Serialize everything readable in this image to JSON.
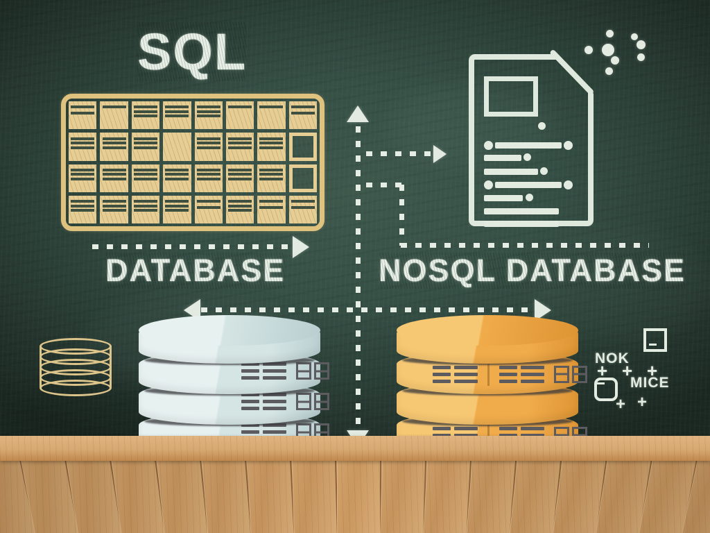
{
  "scene": {
    "medium": "chalkboard-illustration",
    "board_color": "#365046",
    "board_edge_color": "#1b2821",
    "floor_color": "#cfa069",
    "chalk_color": "#e8efe6",
    "tan_chalk_color": "#e0c27f"
  },
  "headings": {
    "title": "SQL",
    "left_label": "DATABASE",
    "right_label": "NOSQL DATABASE"
  },
  "graphics": {
    "sql_table": {
      "name": "sql-table-grid",
      "columns": 8,
      "rows": 4,
      "fill_color": "#e6cd93",
      "line_color": "#3c4f40",
      "border_color": "#e0c27f"
    },
    "document": {
      "name": "document-page",
      "stroke_color": "#dfe8dd",
      "has_folded_corner": true,
      "inner_rect": true,
      "text_lines": 6,
      "bullet_dots": 7
    },
    "bubbles": {
      "name": "chalk-bubbles",
      "count": 7,
      "color": "#e4ece2"
    },
    "mini_cylinder": {
      "name": "mini-database-cylinder",
      "stroke_color": "#ddc48a",
      "rings": 5
    }
  },
  "flow": {
    "arrows": [
      {
        "id": "arrow-up-center",
        "direction": "up",
        "style": "dotted"
      },
      {
        "id": "arrow-right-to-doc",
        "direction": "right",
        "style": "dotted"
      },
      {
        "id": "arrow-right-to-database",
        "direction": "right",
        "style": "dotted"
      },
      {
        "id": "arrow-left-bottom",
        "direction": "left",
        "style": "dotted"
      },
      {
        "id": "arrow-right-bottom",
        "direction": "right",
        "style": "dotted"
      },
      {
        "id": "arrow-down-center",
        "direction": "down",
        "style": "dotted"
      }
    ],
    "dash_color": "#e6ede4"
  },
  "databases": {
    "sql_stack": {
      "name": "sql-database-stack",
      "color_light": "#e7f1f0",
      "color_mid": "#d5e5e4",
      "color_dark": "#b9ced0",
      "disc_count": 5,
      "detail_discs": [
        2,
        3,
        4,
        5
      ]
    },
    "nosql_stack": {
      "name": "nosql-database-stack",
      "color_light": "#f7c873",
      "color_mid": "#f0ab4b",
      "color_dark": "#dd9433",
      "disc_count": 5,
      "detail_discs": [
        2,
        4
      ]
    }
  },
  "annotations": {
    "items": [
      {
        "id": "note-nok",
        "text": "NOK"
      },
      {
        "id": "note-mice",
        "text": "MICE"
      },
      {
        "id": "plus-1",
        "text": "+"
      },
      {
        "id": "plus-2",
        "text": "+"
      },
      {
        "id": "plus-3",
        "text": "+"
      },
      {
        "id": "plus-4",
        "text": "+"
      },
      {
        "id": "plus-5",
        "text": "+"
      }
    ],
    "shapes": [
      {
        "id": "note-square-icon",
        "kind": "square"
      },
      {
        "id": "note-rounded-icon",
        "kind": "rounded-square"
      }
    ]
  }
}
